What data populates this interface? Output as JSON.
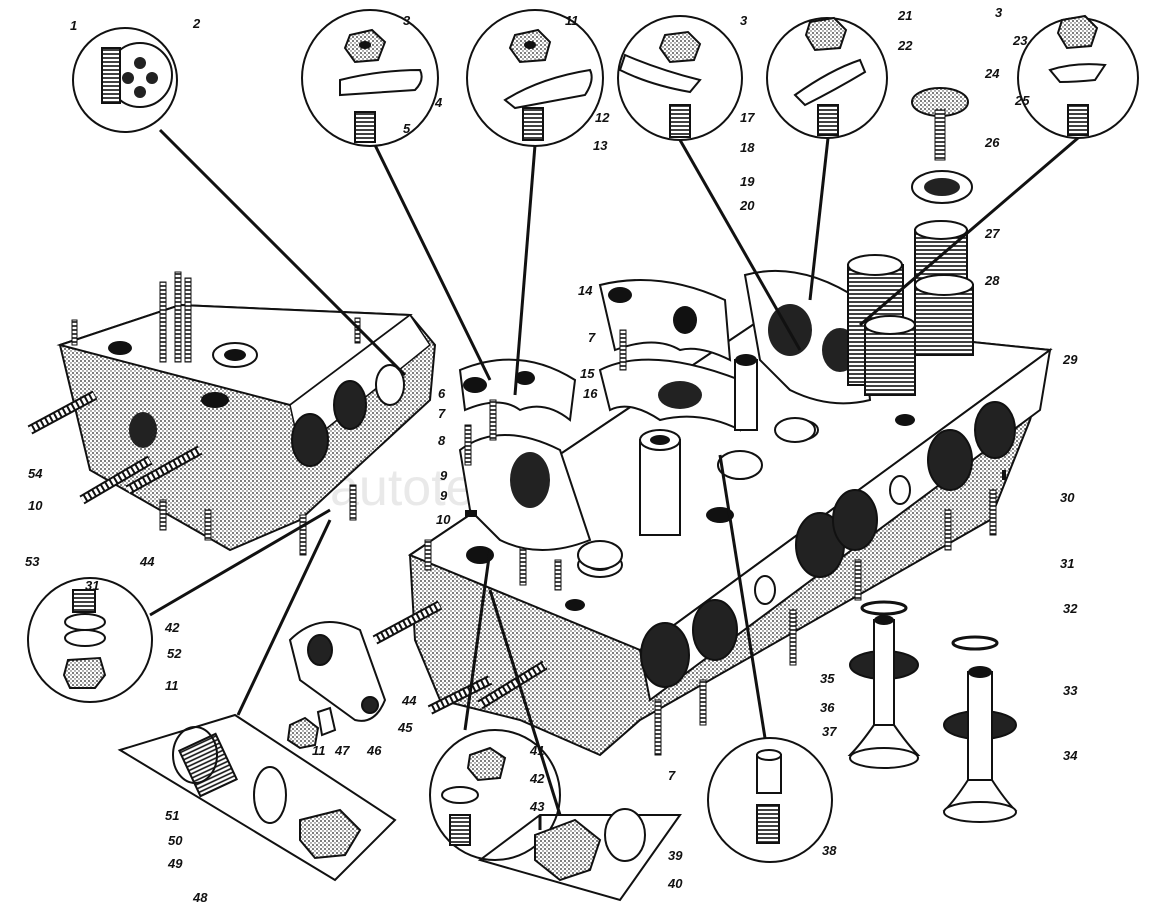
{
  "diagram": {
    "title": "Cylinder head exploded view",
    "watermark": "autotech.ru",
    "labels": [
      "1",
      "2",
      "3",
      "4",
      "5",
      "6",
      "7",
      "8",
      "9",
      "10",
      "11",
      "12",
      "13",
      "14",
      "15",
      "16",
      "17",
      "18",
      "19",
      "20",
      "21",
      "22",
      "23",
      "24",
      "25",
      "26",
      "27",
      "28",
      "29",
      "30",
      "31",
      "32",
      "33",
      "34",
      "35",
      "36",
      "37",
      "38",
      "39",
      "40",
      "41",
      "42",
      "43",
      "44",
      "45",
      "46",
      "47",
      "48",
      "49",
      "50",
      "51",
      "52",
      "53",
      "54"
    ]
  },
  "colors": {
    "ink": "#111111",
    "paper": "#ffffff",
    "shade": "#3a3a3a"
  }
}
